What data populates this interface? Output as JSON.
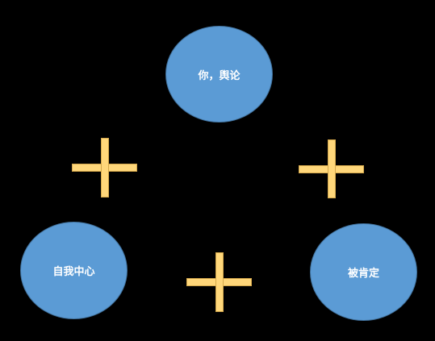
{
  "nodes": {
    "top": {
      "label": "你，舆论"
    },
    "left": {
      "label": "自我中心"
    },
    "right": {
      "label": "被肯定"
    }
  },
  "connectors": {
    "symbol": "plus",
    "count": 3
  },
  "colors": {
    "background": "#000000",
    "node_fill": "#5b9bd5",
    "node_border": "#41719c",
    "node_text": "#ffffff",
    "plus_fill": "#ffd77a",
    "plus_border": "#d4a84c"
  }
}
